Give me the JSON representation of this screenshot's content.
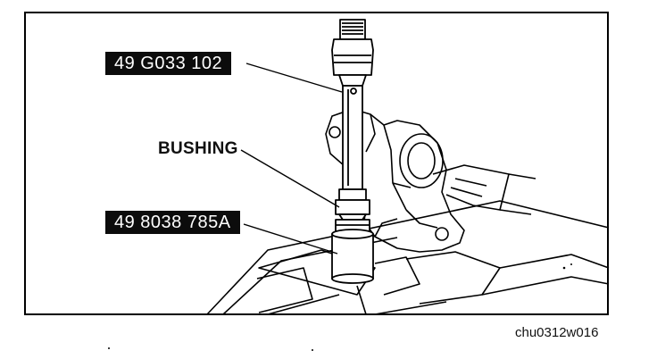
{
  "labels": {
    "tool_upper": "49 G033 102",
    "part": "BUSHING",
    "tool_lower": "49 8038 785A"
  },
  "figure_id": "chu0312w016",
  "colors": {
    "label_bg": "#0c0c0c",
    "label_text": "#ffffff",
    "line": "#000000"
  }
}
